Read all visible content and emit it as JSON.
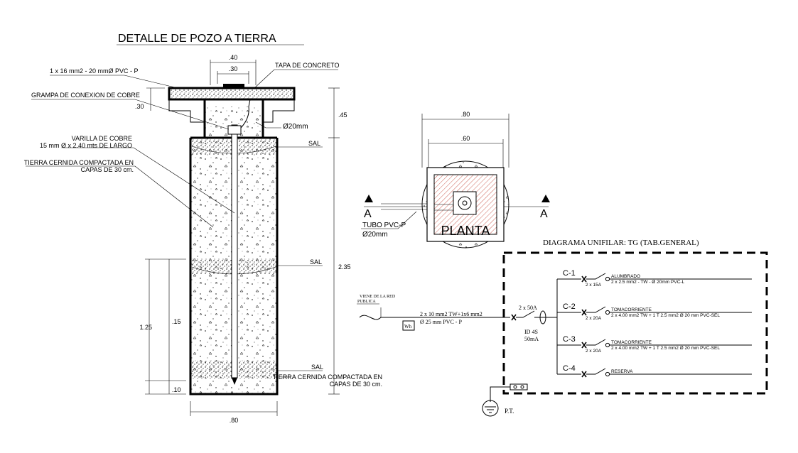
{
  "pozo": {
    "title": "DETALLE DE POZO A TIERRA",
    "labels": {
      "cable": "1 x 16 mm2 - 20 mmØ PVC - P",
      "tapa": "TAPA DE CONCRETO",
      "grampa": "GRAMPA DE CONEXION DE COBRE",
      "varilla_1": "VARILLA DE COBRE",
      "varilla_2": "15 mm Ø x 2.40 mts DE LARGO",
      "tierra_top_1": "TIERRA CERNIDA COMPACTADA EN",
      "tierra_top_2": "CAPAS DE 30 cm.",
      "tierra_bot_1": "TIERRA CERNIDA COMPACTADA EN",
      "tierra_bot_2": "CAPAS DE 30 cm.",
      "diam": "Ø20mm",
      "sal_1": "SAL",
      "sal_2": "SAL",
      "sal_3": "SAL"
    },
    "dims": {
      "d40": ".40",
      "d30_top": ".30",
      "d30_left": ".30",
      "d45": ".45",
      "d235": "2.35",
      "d125": "1.25",
      "d15": ".15",
      "d10": ".10",
      "d80": ".80"
    }
  },
  "planta": {
    "label": "PLANTA",
    "dim_80": ".80",
    "dim_60": ".60",
    "section_left": "A",
    "section_right": "A",
    "tubo": "TUBO PVC-P",
    "tubo_diam": "Ø20mm"
  },
  "diagrama": {
    "title": "DIAGRAMA UNIFILAR:  TG (TAB.GENERAL)",
    "red_1": "VIENE DE LA RED",
    "red_2": "PUBLICA",
    "meter": "Wh",
    "feed_1": "2 x 10 mm2 TW+1x6 mm2",
    "feed_2": "Ø 25 mm PVC - P",
    "main_breaker": "2 x 50A",
    "id_1": "ID 4S",
    "id_2": "50mA",
    "pt": "P.T.",
    "circuits": [
      {
        "id": "C-1",
        "breaker": "2 x 15A",
        "name": "ALUMBRADO",
        "spec": "2 x 2.5 mm2 - TW - Ø 20mm PVC-L"
      },
      {
        "id": "C-2",
        "breaker": "2 x 20A",
        "name": "TOMACORRIENTE",
        "spec": "2 x 4.00 mm2 TW + 1 T 2.5 mm2 Ø 20 mm PVC-SEL"
      },
      {
        "id": "C-3",
        "breaker": "2 x 20A",
        "name": "TOMACORRIENTE",
        "spec": "2 x 4.00 mm2 TW + 1 T 2.5 mm2 Ø 20 mm PVC-SEL"
      },
      {
        "id": "C-4",
        "breaker": "",
        "name": "RESERVA",
        "spec": ""
      }
    ]
  }
}
